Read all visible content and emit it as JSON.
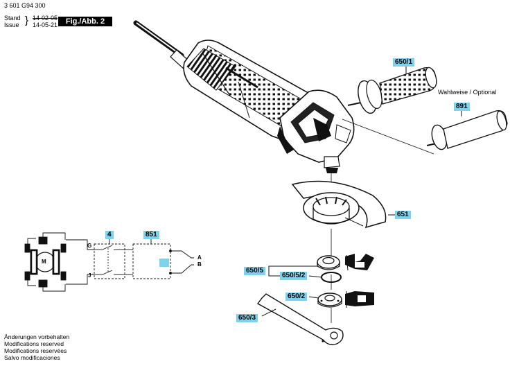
{
  "header": {
    "document_number": "3 601 G94 300",
    "stand_label": "Stand",
    "issue_label": "Issue",
    "stand_date": "14-02-05",
    "issue_date": "14-05-21",
    "figure_label": "Fig./Abb. 2"
  },
  "parts": {
    "p650_1": "650/1",
    "p891": "891",
    "p651": "651",
    "p650_5": "650/5",
    "p650_5_2": "650/5/2",
    "p650_2": "650/2",
    "p650_3": "650/3",
    "p4": "4",
    "p851": "851"
  },
  "notes": {
    "optional": "Wahlweise / Optional"
  },
  "wiring": {
    "terminal_g": "G",
    "terminal_j": "J",
    "terminal_a": "A",
    "terminal_b": "B",
    "motor": "M"
  },
  "footer": {
    "lines": [
      "Änderungen vorbehalten",
      "Modifications reserved",
      "Modifications reservées",
      "Salvo modificaciones"
    ]
  },
  "colors": {
    "callout": "#7fd2ec",
    "ink": "#000000"
  }
}
